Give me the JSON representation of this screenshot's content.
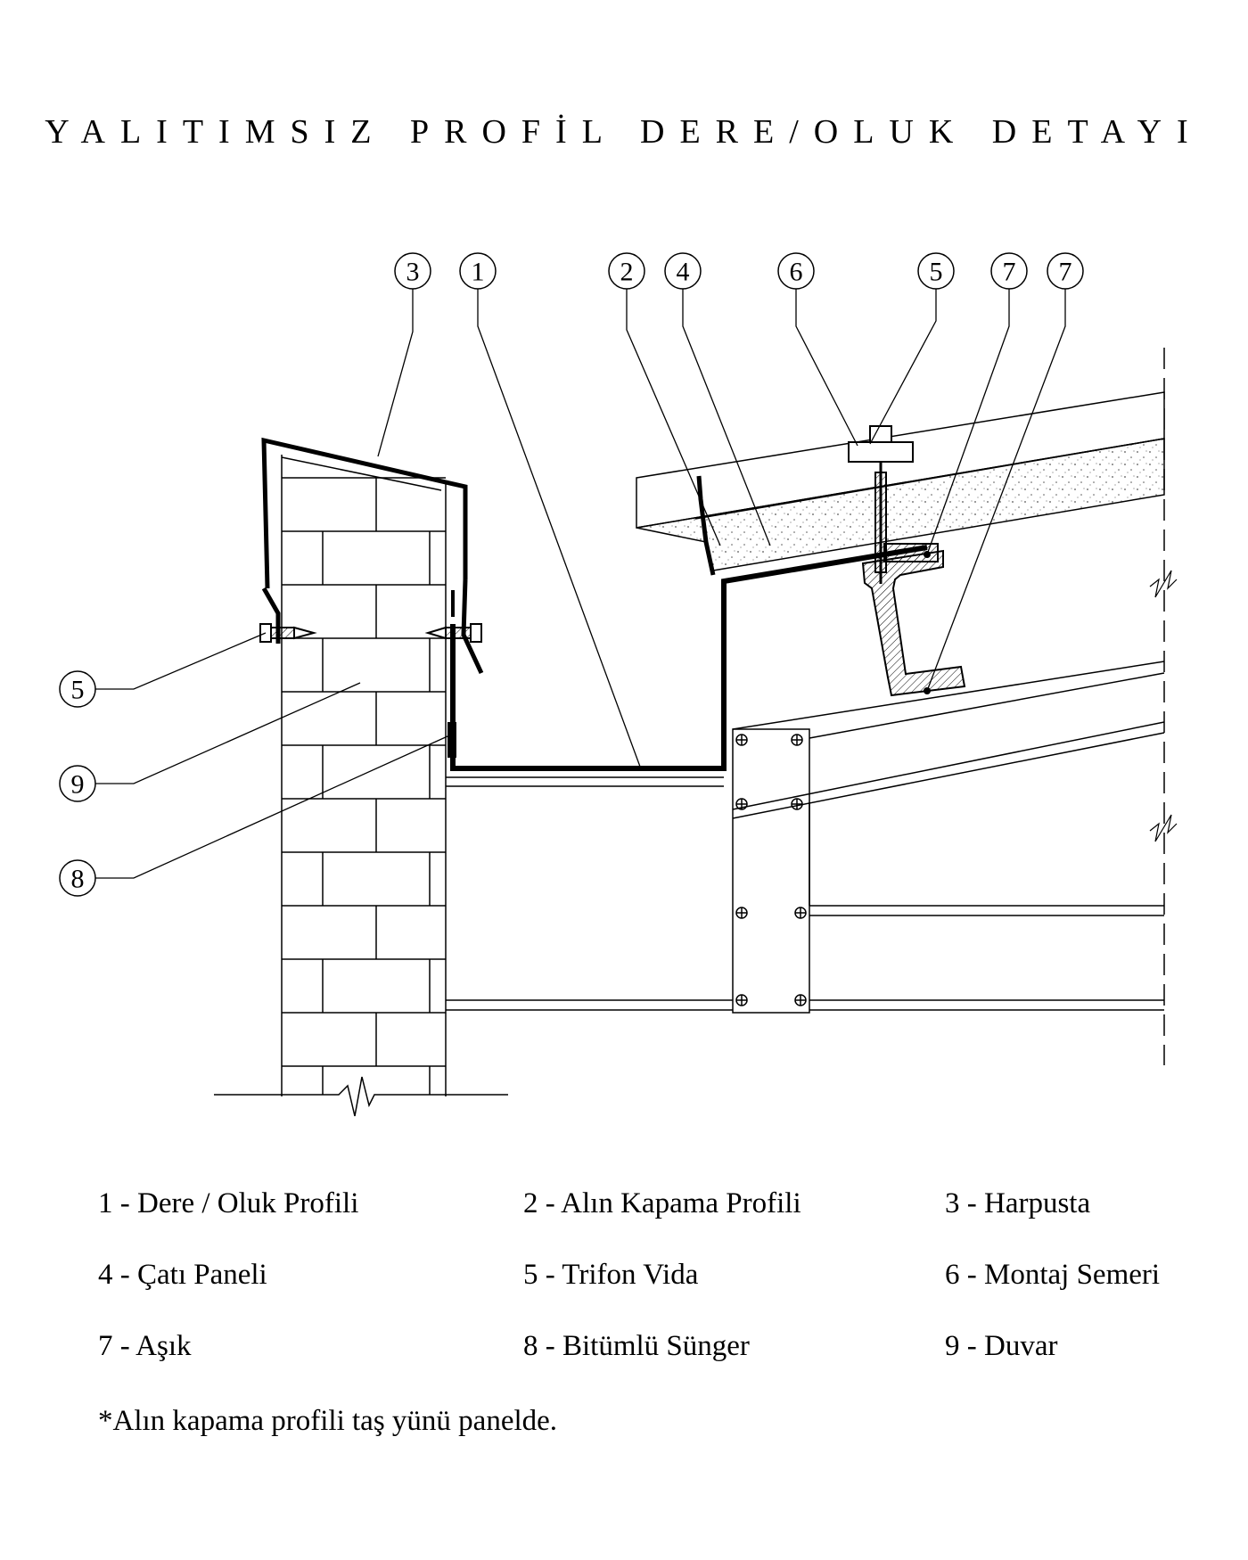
{
  "title": "YALITIMSIZ PROFİL DERE/OLUK DETAYI",
  "callouts": {
    "top": [
      "3",
      "1",
      "2",
      "4",
      "6",
      "5",
      "7",
      "7"
    ],
    "left": [
      "5",
      "9",
      "8"
    ]
  },
  "legend": [
    {
      "number": "1",
      "label": "1 - Dere / Oluk Profili"
    },
    {
      "number": "2",
      "label": "2 - Alın Kapama Profili"
    },
    {
      "number": "3",
      "label": "3 - Harpusta"
    },
    {
      "number": "4",
      "label": "4 - Çatı Paneli"
    },
    {
      "number": "5",
      "label": "5 - Trifon Vida"
    },
    {
      "number": "6",
      "label": "6 - Montaj Semeri"
    },
    {
      "number": "7",
      "label": "7 - Aşık"
    },
    {
      "number": "8",
      "label": "8 - Bitümlü Sünger"
    },
    {
      "number": "9",
      "label": "9 - Duvar"
    }
  ],
  "footnote": "*Alın kapama profili taş yünü panelde."
}
